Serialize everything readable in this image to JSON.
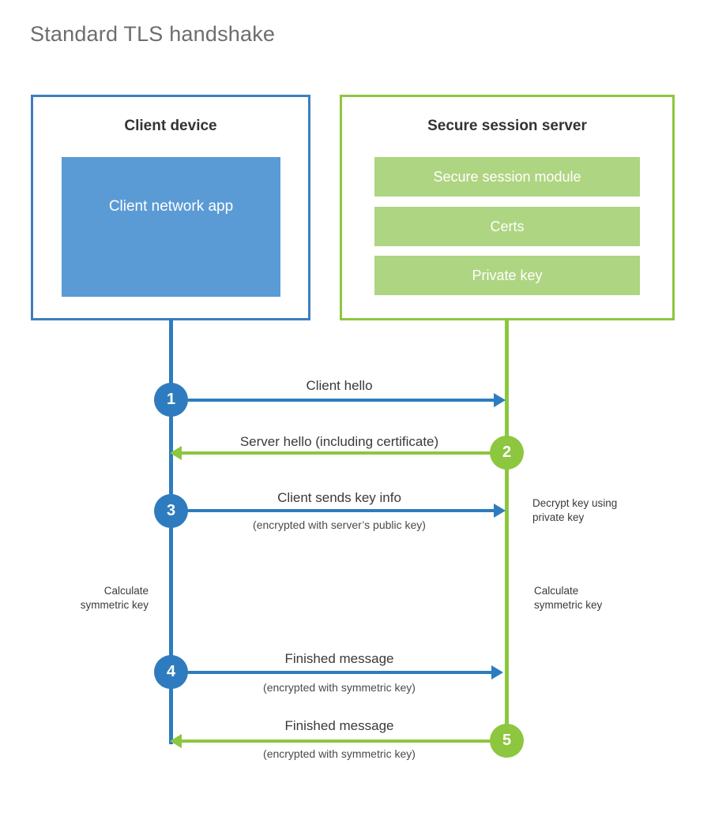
{
  "title": "Standard TLS handshake",
  "colors": {
    "client_accent": "#2E7CBF",
    "client_border": "#3C7EBF",
    "client_block": "#5B9BD5",
    "server_accent": "#8DC63F",
    "server_block": "#AED581",
    "title_text": "#6d6d6d"
  },
  "client": {
    "title": "Client device",
    "app_label": "Client network app"
  },
  "server": {
    "title": "Secure session server",
    "components": [
      {
        "label": "Secure session module"
      },
      {
        "label": "Certs"
      },
      {
        "label": "Private key"
      }
    ]
  },
  "steps": [
    {
      "number": "1",
      "label": "Client hello",
      "sublabel": "",
      "direction": "client-to-server"
    },
    {
      "number": "2",
      "label": "Server hello (including certificate)",
      "sublabel": "",
      "direction": "server-to-client"
    },
    {
      "number": "3",
      "label": "Client sends key info",
      "sublabel": "(encrypted with server’s public key)",
      "direction": "client-to-server"
    },
    {
      "number": "4",
      "label": "Finished message",
      "sublabel": "(encrypted with symmetric key)",
      "direction": "client-to-server"
    },
    {
      "number": "5",
      "label": "Finished message",
      "sublabel": "(encrypted with symmetric key)",
      "direction": "server-to-client"
    }
  ],
  "annotations": {
    "server_decrypt": "Decrypt key using\nprivate key",
    "client_calculate": "Calculate\nsymmetric key",
    "server_calculate": "Calculate\nsymmetric key"
  }
}
